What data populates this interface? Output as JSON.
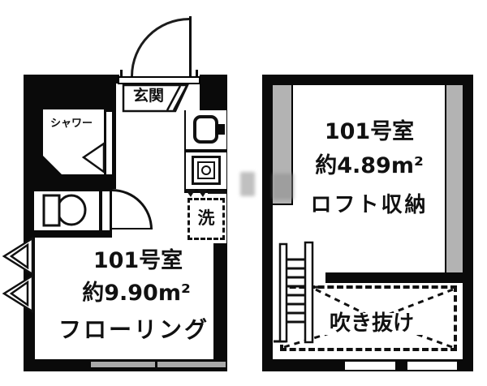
{
  "floorplan": {
    "main_unit": {
      "entrance_label": "玄関",
      "shower_label": "シャワー",
      "washer_label": "洗",
      "room_label": "101号室",
      "area_label": "約9.90m²",
      "flooring_label": "フローリング"
    },
    "loft_unit": {
      "room_label": "101号室",
      "area_label": "約4.89m²",
      "storage_label": "ロフト収納",
      "void_label": "吹き抜け"
    },
    "colors": {
      "line": "#0a0a0a",
      "pillar_gray": "#b3b3b3",
      "window_gray": "#a8a8a8",
      "background": "#ffffff"
    }
  }
}
